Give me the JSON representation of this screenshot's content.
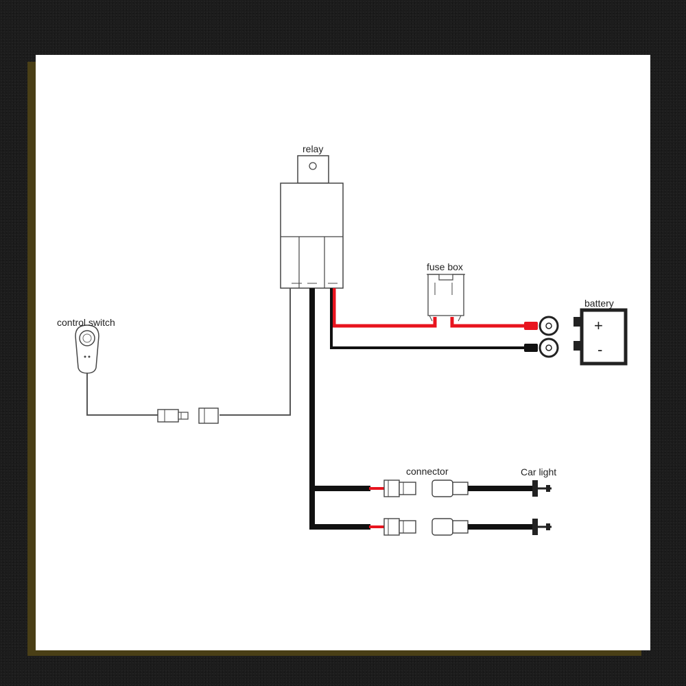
{
  "labels": {
    "relay": "relay",
    "fuse_box": "fuse box",
    "battery": "battery",
    "control_switch": "control switch",
    "connector": "connector",
    "car_light": "Car light",
    "plus": "+",
    "minus": "-"
  },
  "colors": {
    "positive_wire": "#e8141e",
    "ground_wire": "#111111",
    "thin_wire": "#555555",
    "frame": "#4a3f16",
    "background": "#1c1c1c"
  }
}
